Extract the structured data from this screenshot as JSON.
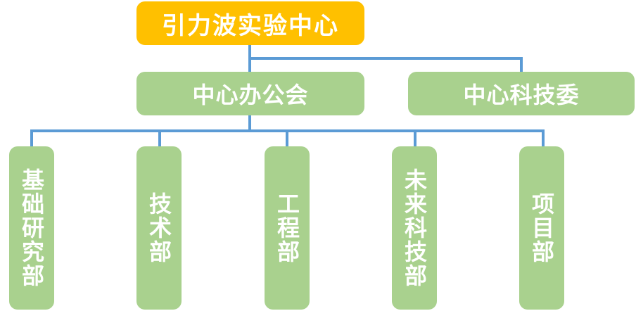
{
  "diagram": {
    "type": "org-chart",
    "root": {
      "label": "引力波实验中心",
      "color": "#FFC000"
    },
    "level2": [
      {
        "label": "中心办公会",
        "color": "#A9D18E"
      },
      {
        "label": "中心科技委",
        "color": "#A9D18E"
      }
    ],
    "level3": [
      {
        "label": "基础研究部",
        "color": "#A9D18E"
      },
      {
        "label": "技术部",
        "color": "#A9D18E"
      },
      {
        "label": "工程部",
        "color": "#A9D18E"
      },
      {
        "label": "未来科技部",
        "color": "#A9D18E"
      },
      {
        "label": "项目部",
        "color": "#A9D18E"
      }
    ],
    "connector_color": "#5B9BD5"
  }
}
